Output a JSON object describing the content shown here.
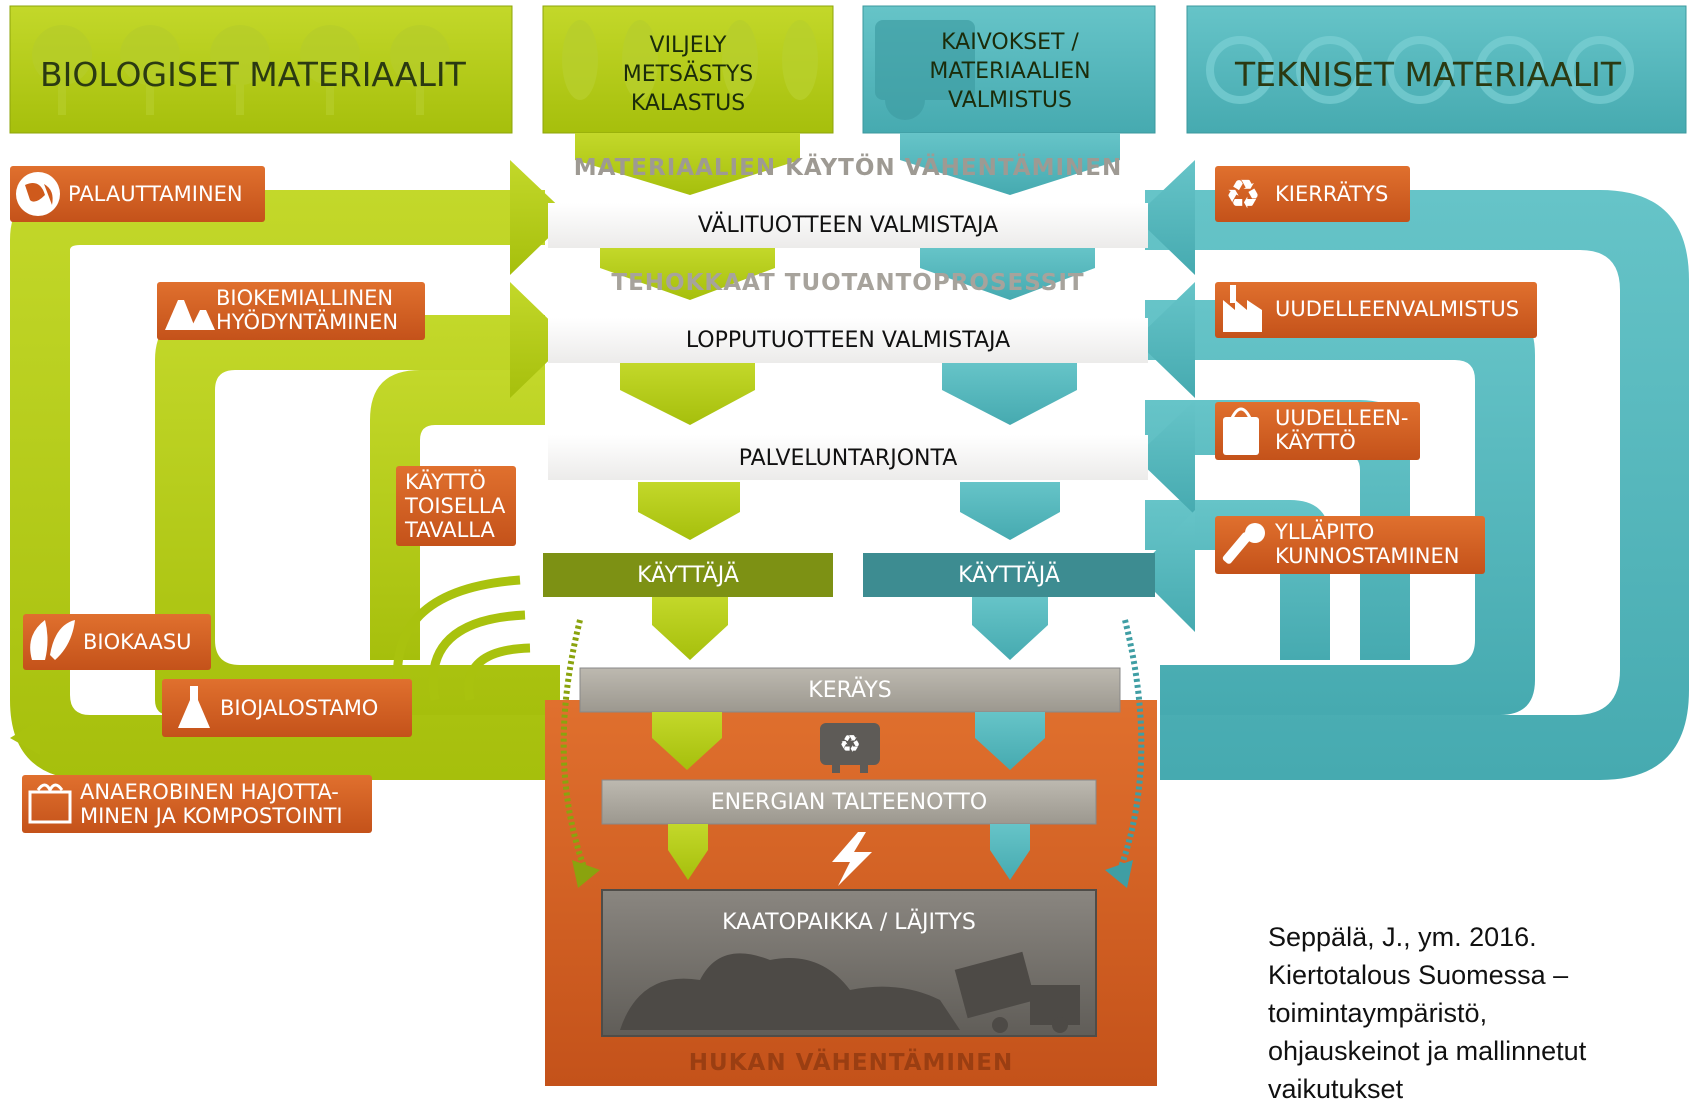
{
  "headers": {
    "biological": "BIOLOGISET MATERIAALIT",
    "agriculture": "VILJELY\nMETSÄSTYS\nKALASTUS",
    "mining": "KAIVOKSET /\nMATERIAALIEN\nVALMISTUS",
    "technical": "TEKNISET MATERIAALIT"
  },
  "center": {
    "reduce_materials": "MATERIAALIEN KÄYTÖN VÄHENTÄMINEN",
    "intermediate": "VÄLITUOTTEEN VALMISTAJA",
    "efficient": "TEHOKKAAT TUOTANTOPROSESSIT",
    "final": "LOPPUTUOTTEEN VALMISTAJA",
    "service": "PALVELUNTARJONTA",
    "user_bio": "KÄYTTÄJÄ",
    "user_tech": "KÄYTTÄJÄ",
    "collection": "KERÄYS",
    "energy": "ENERGIAN TALTEENOTTO",
    "landfill": "KAATOPAIKKA / LÄJITYS",
    "reduce_waste": "HUKAN VÄHENTÄMINEN"
  },
  "left_boxes": {
    "return": "PALAUTTAMINEN",
    "biochem": "BIOKEMIALLINEN\nHYÖDYNTÄMINEN",
    "other_use": "KÄYTTÖ\nTOISELLA\nTAVALLA",
    "biogas": "BIOKAASU",
    "biorefinery": "BIOJALOSTAMO",
    "anaerobic": "ANAEROBINEN HAJOTTA-\nMINEN JA KOMPOSTOINTI"
  },
  "right_boxes": {
    "recycling": "KIERRÄTYS",
    "remanufacturing": "UUDELLEENVALMISTUS",
    "reuse": "UUDELLEEN-\nKÄYTTÖ",
    "maintenance": "YLLÄPITO\nKUNNOSTAMINEN"
  },
  "citation": "Seppälä, J., ym. 2016.\nKiertotalous Suomessa –\ntoimintaympäristö,\nohjauskeinot ja mallinnetut\nvaikutukset",
  "icons": {
    "return": "globe-icon",
    "biochem": "flasks-icon",
    "biogas": "flame-leaf-icon",
    "biorefinery": "flask-icon",
    "anaerobic": "compost-icon",
    "recycling": "recycle-icon",
    "remanufacturing": "factory-icon",
    "reuse": "bag-icon",
    "maintenance": "wrench-icon",
    "bin": "recycle-bin-icon",
    "energy": "lightning-icon"
  },
  "colors": {
    "green": "#a9c20e",
    "green_dark": "#7d9114",
    "teal": "#4ab0b5",
    "teal_dark": "#3d8c91",
    "orange": "#cf5a1c",
    "grey": "#a8a49b",
    "dark_grey": "#6f6c67"
  }
}
